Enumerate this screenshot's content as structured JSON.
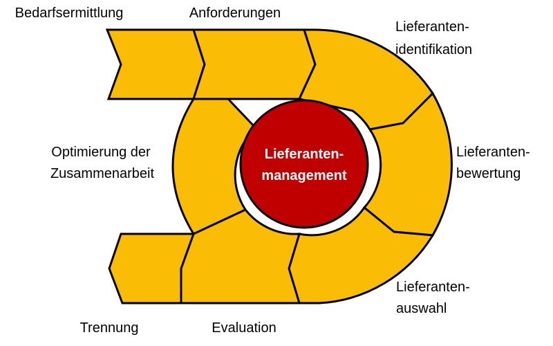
{
  "diagram": {
    "center": {
      "line1": "Lieferanten-",
      "line2": "management"
    },
    "stages": [
      {
        "id": "bedarfsermittlung",
        "lines": [
          "Bedarfsermittlung"
        ]
      },
      {
        "id": "anforderungen",
        "lines": [
          "Anforderungen"
        ]
      },
      {
        "id": "identifikation",
        "lines": [
          "Lieferanten-",
          "identifikation"
        ]
      },
      {
        "id": "bewertung",
        "lines": [
          "Lieferanten-",
          "bewertung"
        ]
      },
      {
        "id": "auswahl",
        "lines": [
          "Lieferanten-",
          "auswahl"
        ]
      },
      {
        "id": "evaluation",
        "lines": [
          "Evaluation"
        ]
      },
      {
        "id": "trennung",
        "lines": [
          "Trennung"
        ]
      },
      {
        "id": "optimierung",
        "lines": [
          "Optimierung der",
          "Zusammenarbeit"
        ]
      }
    ]
  },
  "colors": {
    "segment": "#FBBC05",
    "hub": "#C00000",
    "outline": "#000000",
    "hub_text": "#FFFFFF"
  }
}
